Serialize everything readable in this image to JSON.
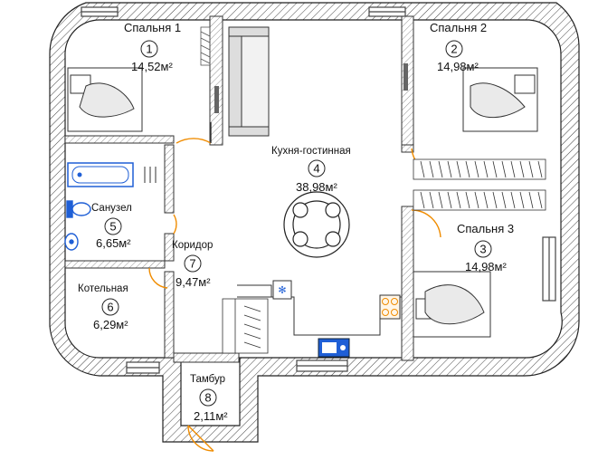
{
  "rooms": [
    {
      "id": "bedroom-1",
      "name": "Спальня 1",
      "number": "1",
      "area": "14,52м²"
    },
    {
      "id": "bedroom-2",
      "name": "Спальня 2",
      "number": "2",
      "area": "14,98м²"
    },
    {
      "id": "bedroom-3",
      "name": "Спальня 3",
      "number": "3",
      "area": "14,98м²"
    },
    {
      "id": "kitchen-living",
      "name": "Кухня-гостинная",
      "number": "4",
      "area": "38,98м²"
    },
    {
      "id": "bathroom",
      "name": "Санузел",
      "number": "5",
      "area": "6,65м²"
    },
    {
      "id": "boiler-room",
      "name": "Котельная",
      "number": "6",
      "area": "6,29м²"
    },
    {
      "id": "corridor",
      "name": "Коридор",
      "number": "7",
      "area": "9,47м²"
    },
    {
      "id": "vestibule",
      "name": "Тамбур",
      "number": "8",
      "area": "2,11м²"
    }
  ],
  "colors": {
    "wall": "#333333",
    "door": "#f08c00",
    "fixture": "#1f5fd6",
    "window": "#555555"
  }
}
